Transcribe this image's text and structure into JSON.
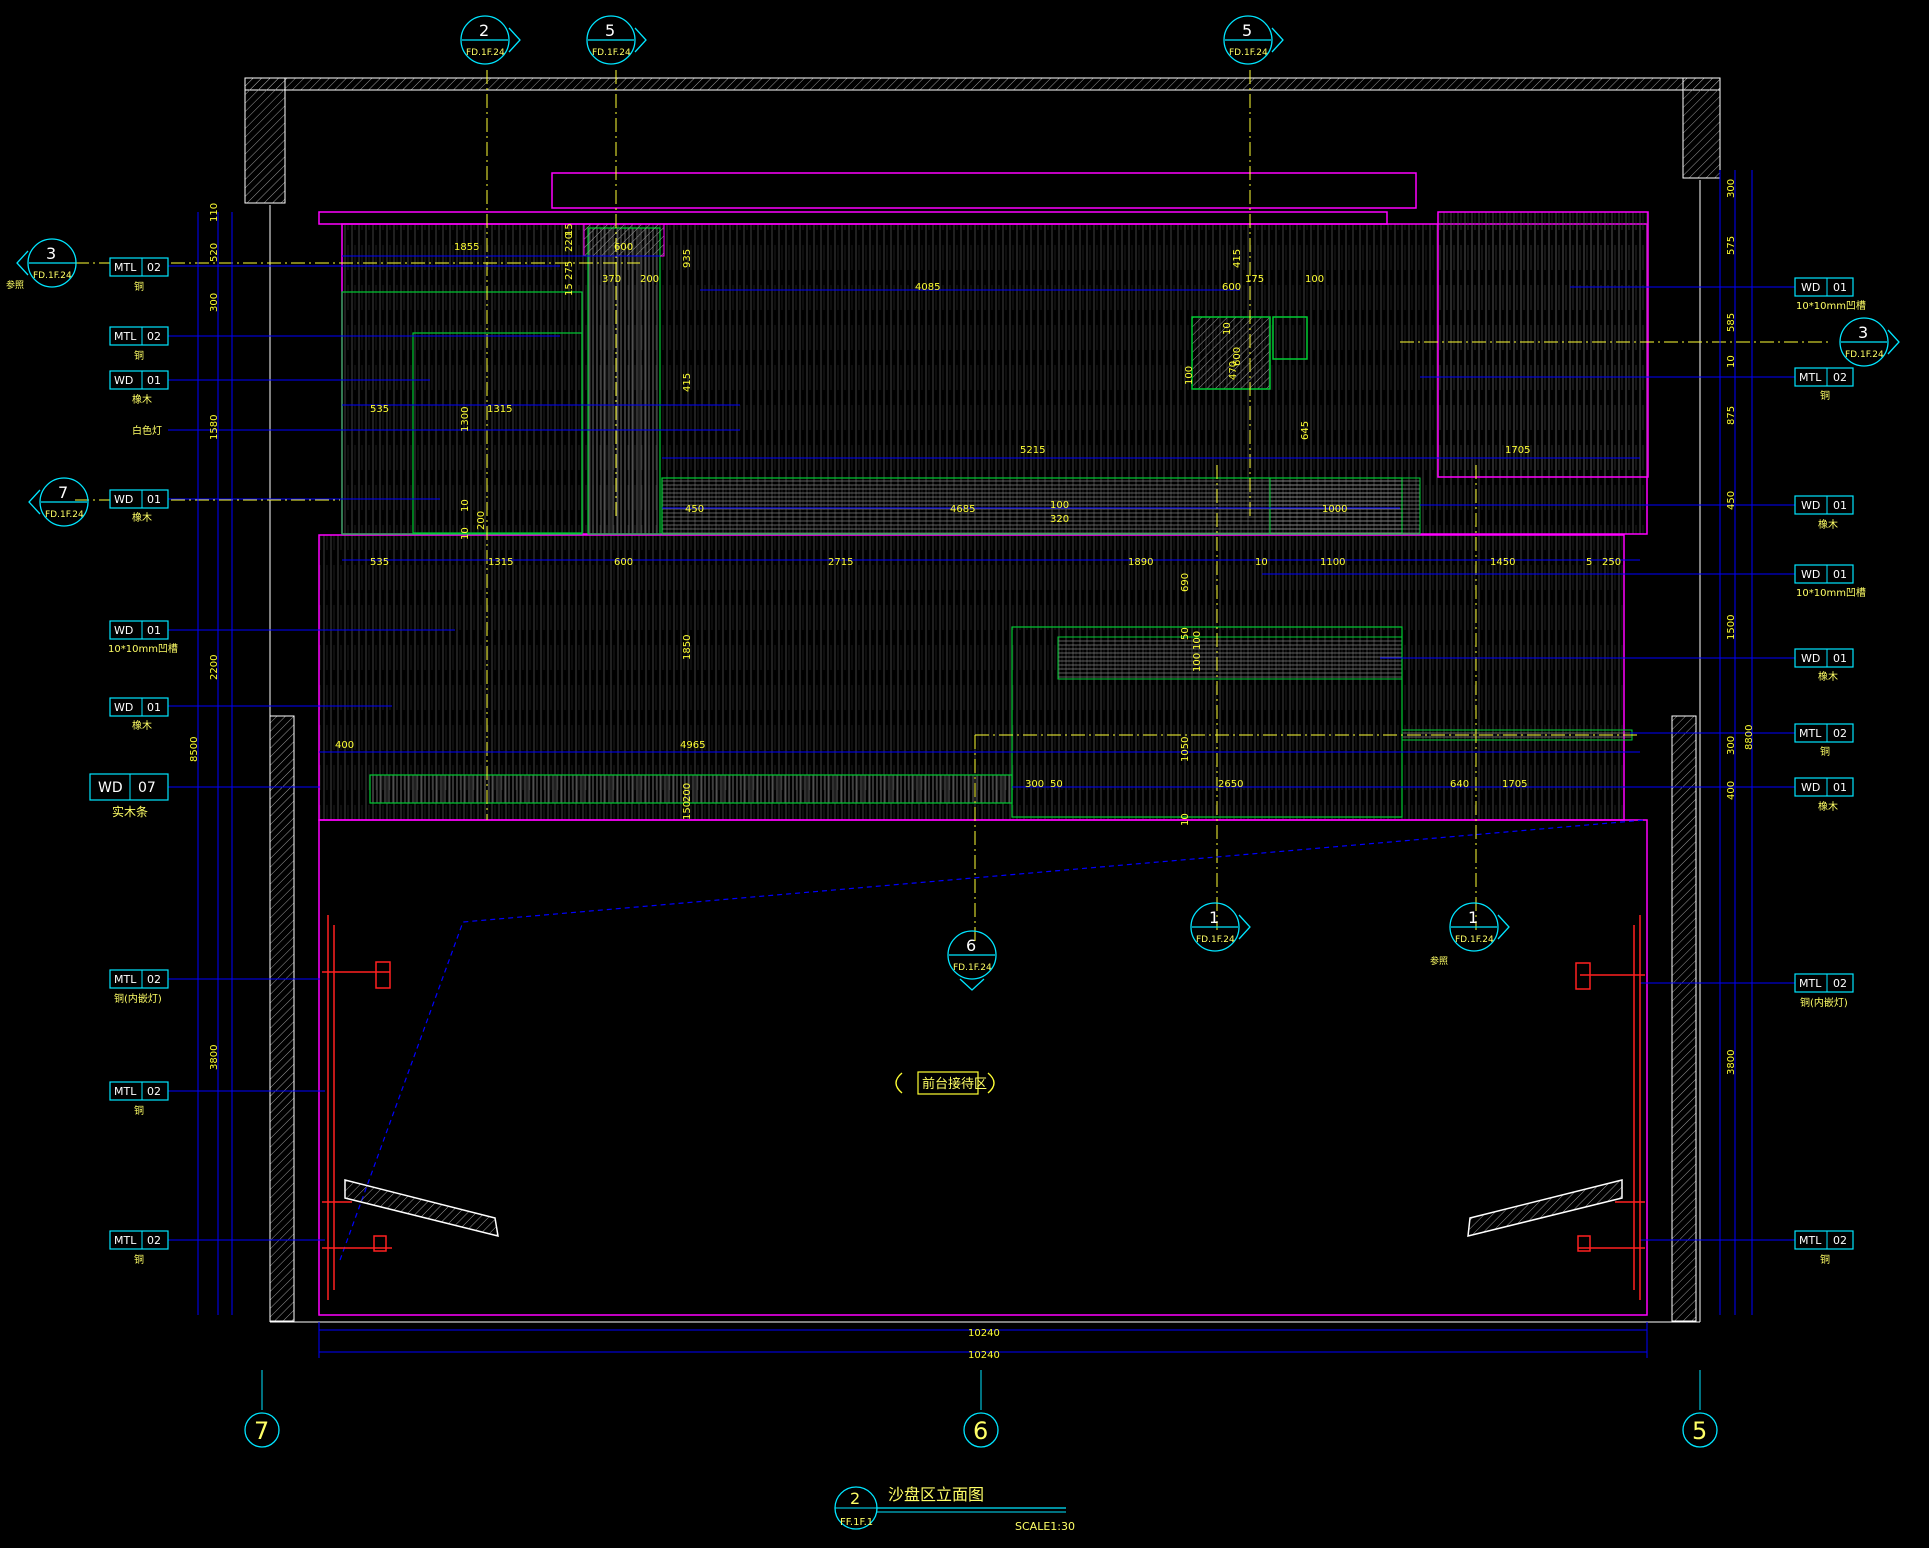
{
  "drawing": {
    "title": "沙盘区立面图",
    "title_tag_num": "2",
    "title_tag_ref": "FF.1F.1",
    "scale": "SCALE1:30",
    "center_label": "前台接待区",
    "note_left": "参照",
    "note_right": "参照"
  },
  "grid_bubbles": [
    "7",
    "6",
    "5"
  ],
  "section_marks": [
    {
      "num": "2",
      "ref": "FD.1F.24"
    },
    {
      "num": "5",
      "ref": "FD.1F.24"
    },
    {
      "num": "5",
      "ref": "FD.1F.24"
    },
    {
      "num": "3",
      "ref": "FD.1F.24"
    },
    {
      "num": "7",
      "ref": "FD.1F.24"
    },
    {
      "num": "3",
      "ref": "FD.1F.24"
    },
    {
      "num": "6",
      "ref": "FD.1F.24"
    },
    {
      "num": "1",
      "ref": "FD.1F.24"
    },
    {
      "num": "1",
      "ref": "FD.1F.24"
    }
  ],
  "left_tags": [
    {
      "code": "MTL",
      "num": "02",
      "sub": "铜"
    },
    {
      "code": "MTL",
      "num": "02",
      "sub": "铜"
    },
    {
      "code": "WD",
      "num": "01",
      "sub": "橡木"
    },
    {
      "code": "",
      "num": "",
      "sub": "白色灯"
    },
    {
      "code": "WD",
      "num": "01",
      "sub": "橡木"
    },
    {
      "code": "WD",
      "num": "01",
      "sub": "10*10mm凹槽"
    },
    {
      "code": "WD",
      "num": "01",
      "sub": "橡木"
    },
    {
      "code": "WD",
      "num": "07",
      "sub": "实木条"
    },
    {
      "code": "MTL",
      "num": "02",
      "sub": "铜(内嵌灯)"
    },
    {
      "code": "MTL",
      "num": "02",
      "sub": "铜"
    },
    {
      "code": "MTL",
      "num": "02",
      "sub": "铜"
    }
  ],
  "right_tags": [
    {
      "code": "WD",
      "num": "01",
      "sub": "10*10mm凹槽"
    },
    {
      "code": "MTL",
      "num": "02",
      "sub": "铜"
    },
    {
      "code": "WD",
      "num": "01",
      "sub": "橡木"
    },
    {
      "code": "WD",
      "num": "01",
      "sub": "10*10mm凹槽"
    },
    {
      "code": "WD",
      "num": "01",
      "sub": "橡木"
    },
    {
      "code": "MTL",
      "num": "02",
      "sub": "铜"
    },
    {
      "code": "WD",
      "num": "01",
      "sub": "橡木"
    },
    {
      "code": "MTL",
      "num": "02",
      "sub": "铜(内嵌灯)"
    },
    {
      "code": "MTL",
      "num": "02",
      "sub": "铜"
    }
  ],
  "left_vertical_dims": [
    "110",
    "520",
    "300",
    "1580",
    "2200",
    "8500",
    "3800"
  ],
  "right_vertical_dims": [
    "300",
    "575",
    "585",
    "10",
    "875",
    "450",
    "1500",
    "300",
    "400",
    "8800",
    "3800"
  ],
  "inner_dims": {
    "top_row": [
      "1855",
      "600",
      "370",
      "200",
      "4085",
      "600",
      "175",
      "100"
    ],
    "mid_row": [
      "535",
      "1315",
      "5215",
      "1705",
      "450",
      "4685",
      "100",
      "320",
      "1000"
    ],
    "row3": [
      "535",
      "1315",
      "600",
      "2715",
      "1890",
      "10",
      "1100",
      "1450",
      "5",
      "250"
    ],
    "row4": [
      "400",
      "4965",
      "300",
      "50",
      "2650",
      "640",
      "1705"
    ],
    "small": [
      "15",
      "220",
      "15",
      "275",
      "935",
      "415",
      "1300",
      "200",
      "10",
      "10",
      "415",
      "470",
      "100",
      "600",
      "645",
      "690",
      "50",
      "100",
      "100",
      "1050",
      "1850",
      "150",
      "200",
      "10",
      "10"
    ],
    "bottom": [
      "10240",
      "10240"
    ]
  },
  "colors": {
    "background": "#000000",
    "dimension": "#0000ff",
    "outline": "#ffffff",
    "magenta": "#ff00ff",
    "green": "#00cc33",
    "cyan": "#00e5ff",
    "yellow": "#ffff33",
    "red": "#ff2020",
    "grey": "#8a8a8a"
  }
}
